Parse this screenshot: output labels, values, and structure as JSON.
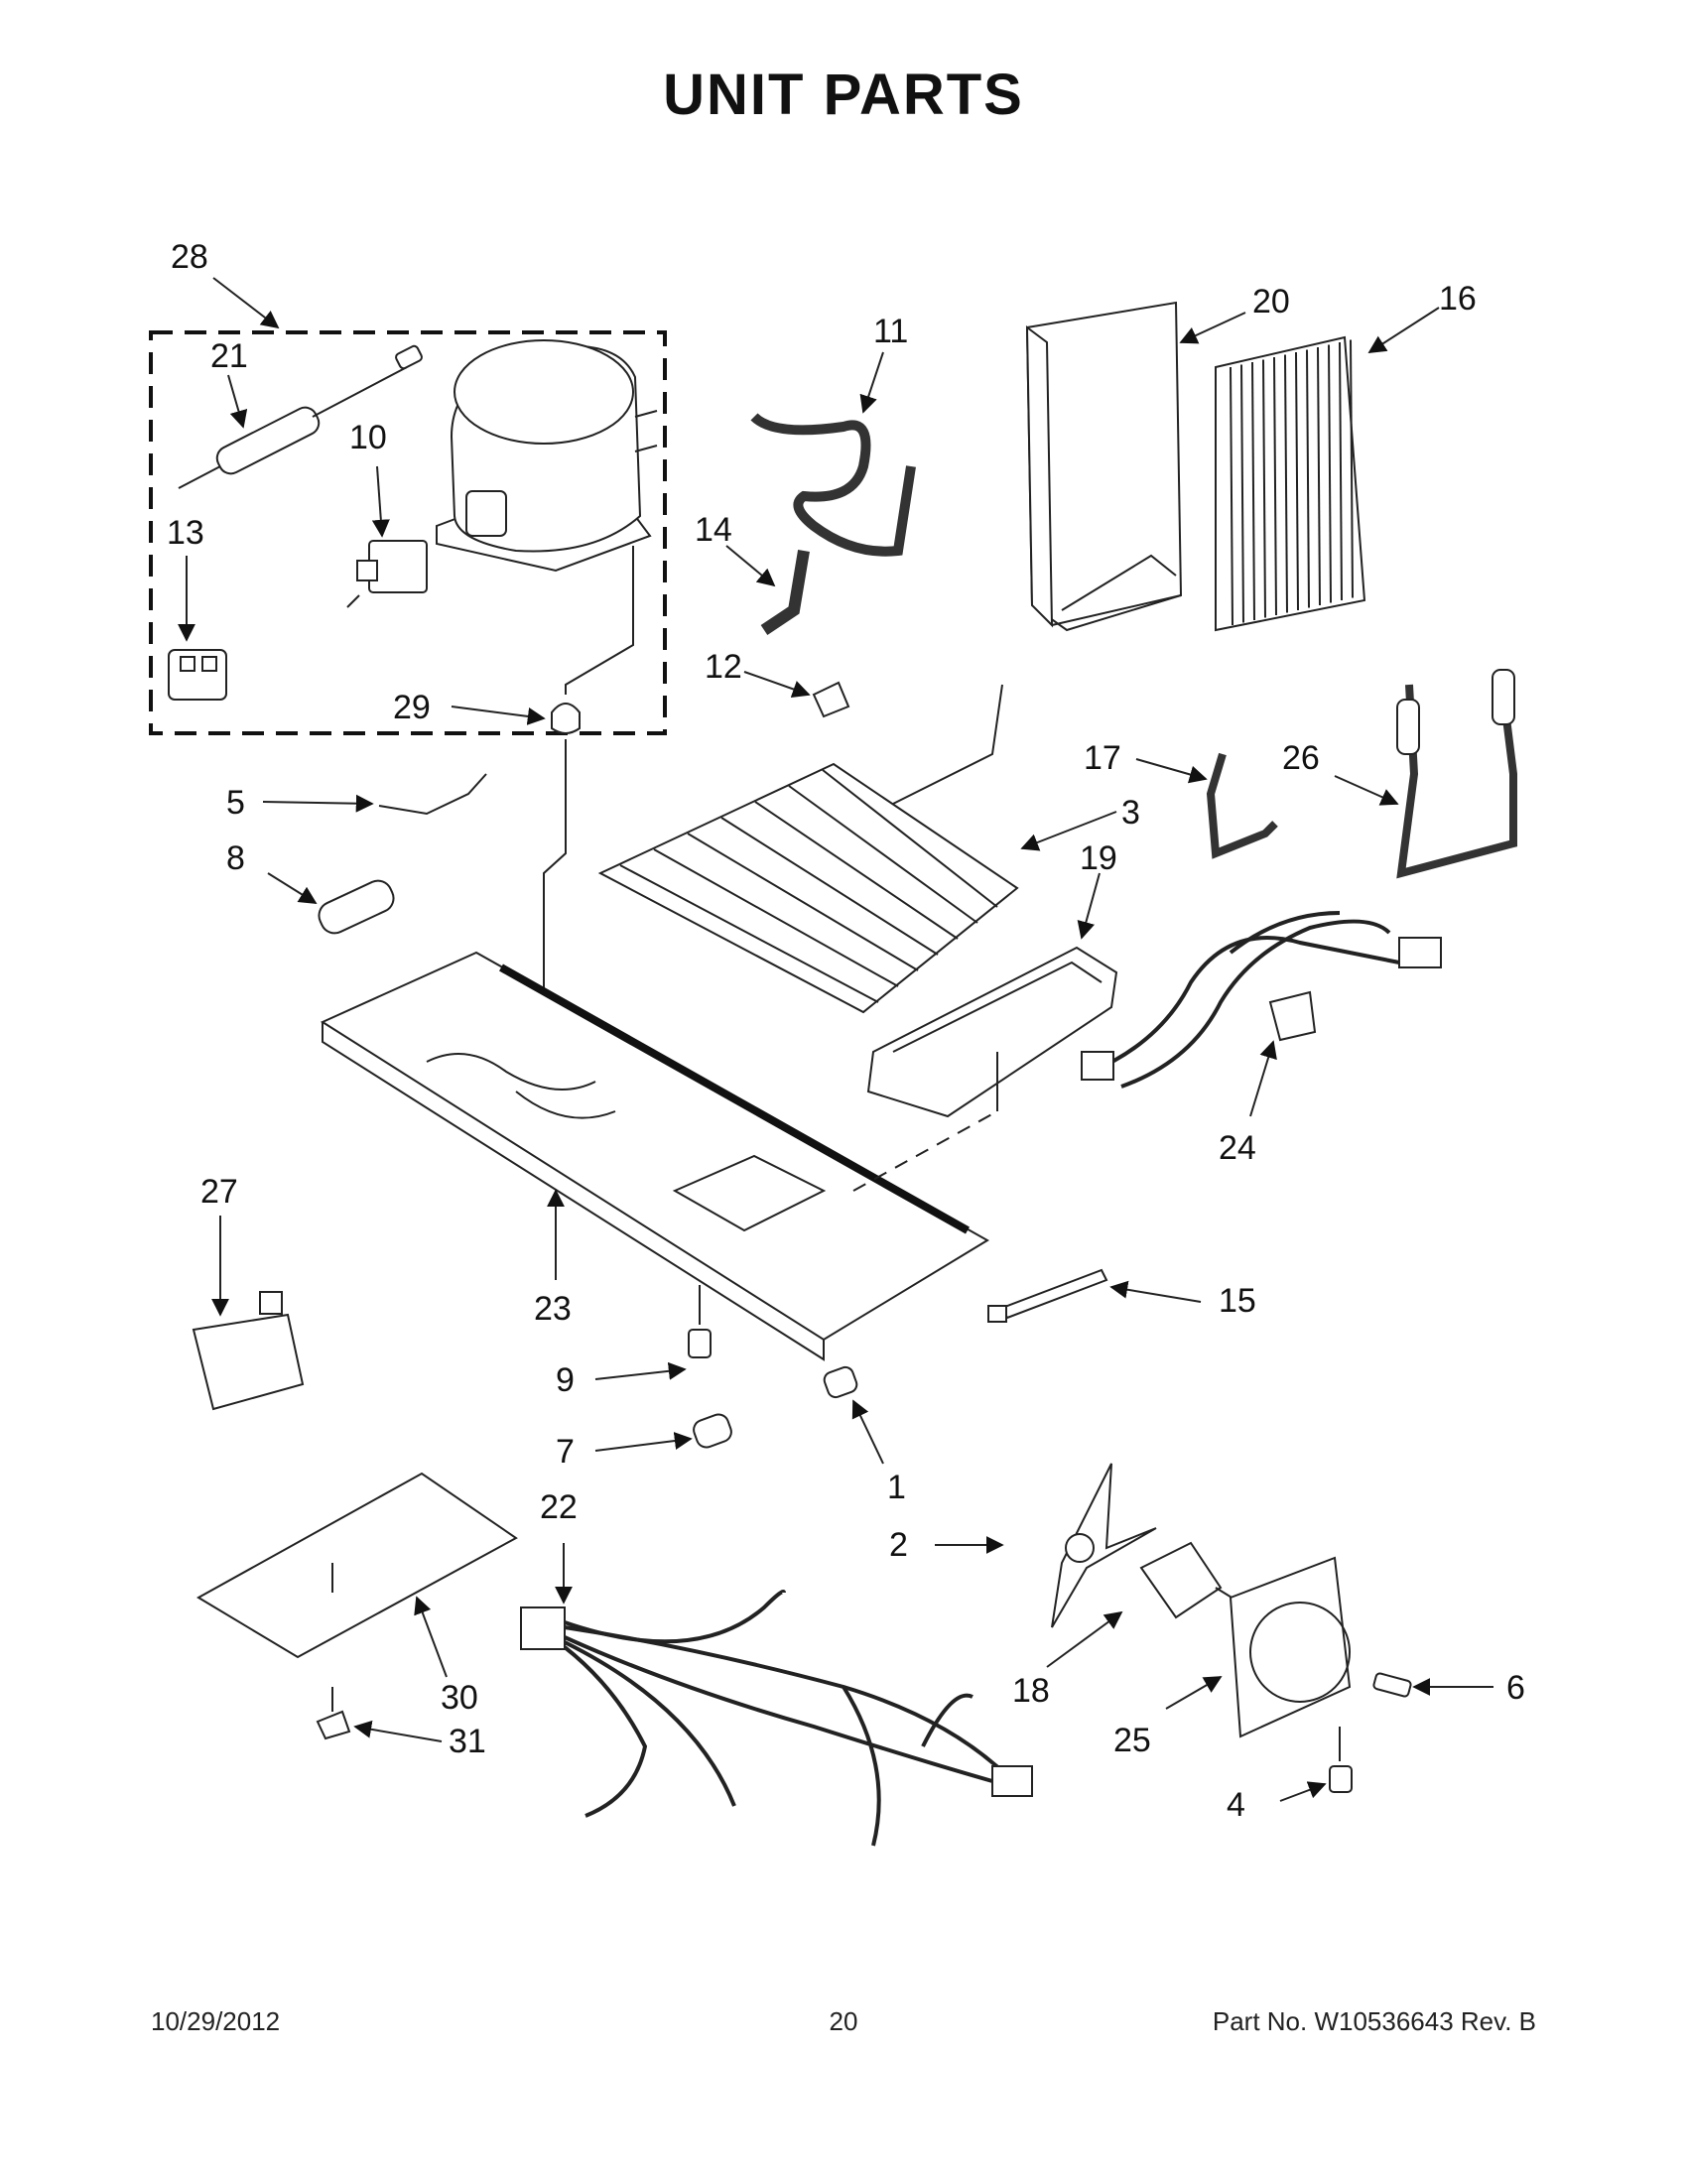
{
  "title": "UNIT  PARTS",
  "callouts": [
    "28",
    "21",
    "10",
    "13",
    "29",
    "11",
    "14",
    "12",
    "20",
    "16",
    "17",
    "3",
    "26",
    "19",
    "5",
    "8",
    "24",
    "27",
    "23",
    "15",
    "9",
    "1",
    "7",
    "22",
    "2",
    "18",
    "6",
    "30",
    "31",
    "25",
    "4"
  ],
  "footer": {
    "date": "10/29/2012",
    "page": "20",
    "part_no": "Part No.  W10536643  Rev.  B"
  }
}
